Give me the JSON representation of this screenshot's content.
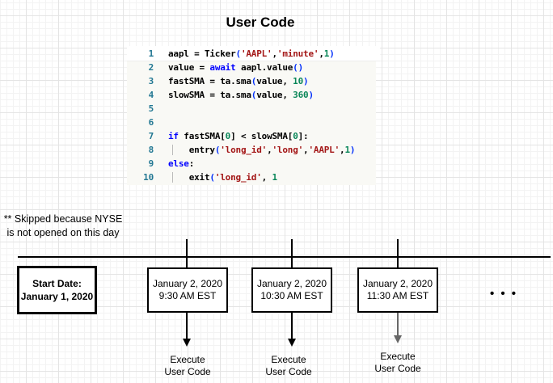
{
  "title": "User Code",
  "code": {
    "lines": [
      {
        "num": "1",
        "tokens": [
          [
            "d",
            "aapl = Ticker"
          ],
          [
            "p",
            "("
          ],
          [
            "s",
            "'AAPL'"
          ],
          [
            "d",
            ","
          ],
          [
            "s",
            "'minute'"
          ],
          [
            "d",
            ","
          ],
          [
            "n",
            "1"
          ],
          [
            "p",
            ")"
          ]
        ]
      },
      {
        "num": "2",
        "tokens": [
          [
            "d",
            "value = "
          ],
          [
            "k",
            "await"
          ],
          [
            "d",
            " aapl.value"
          ],
          [
            "p",
            "()"
          ]
        ]
      },
      {
        "num": "3",
        "tokens": [
          [
            "d",
            "fastSMA = ta.sma"
          ],
          [
            "p",
            "("
          ],
          [
            "d",
            "value, "
          ],
          [
            "n",
            "10"
          ],
          [
            "p",
            ")"
          ]
        ]
      },
      {
        "num": "4",
        "tokens": [
          [
            "d",
            "slowSMA = ta.sma"
          ],
          [
            "p",
            "("
          ],
          [
            "d",
            "value, "
          ],
          [
            "n",
            "360"
          ],
          [
            "p",
            ")"
          ]
        ]
      },
      {
        "num": "5",
        "tokens": []
      },
      {
        "num": "6",
        "tokens": []
      },
      {
        "num": "7",
        "tokens": [
          [
            "k",
            "if"
          ],
          [
            "d",
            " fastSMA["
          ],
          [
            "n",
            "0"
          ],
          [
            "d",
            "] < slowSMA["
          ],
          [
            "n",
            "0"
          ],
          [
            "d",
            "]:"
          ]
        ]
      },
      {
        "num": "8",
        "guide": true,
        "tokens": [
          [
            "d",
            "    entry"
          ],
          [
            "p",
            "("
          ],
          [
            "s",
            "'long_id'"
          ],
          [
            "d",
            ","
          ],
          [
            "s",
            "'long'"
          ],
          [
            "d",
            ","
          ],
          [
            "s",
            "'AAPL'"
          ],
          [
            "d",
            ","
          ],
          [
            "n",
            "1"
          ],
          [
            "p",
            ")"
          ]
        ]
      },
      {
        "num": "9",
        "tokens": [
          [
            "k",
            "else"
          ],
          [
            "d",
            ":"
          ]
        ]
      },
      {
        "num": "10",
        "guide": true,
        "tokens": [
          [
            "d",
            "    exit"
          ],
          [
            "p",
            "("
          ],
          [
            "s",
            "'long_id'"
          ],
          [
            "d",
            ", "
          ],
          [
            "n",
            "1"
          ]
        ]
      }
    ]
  },
  "note": {
    "line1": "** Skipped because NYSE",
    "line2": "is not opened on this day"
  },
  "timeline": {
    "start_box": {
      "line1": "Start Date:",
      "line2": "January 1, 2020"
    },
    "events": [
      {
        "line1": "January 2, 2020",
        "line2": "9:30 AM EST"
      },
      {
        "line1": "January 2, 2020",
        "line2": "10:30 AM EST"
      },
      {
        "line1": "January 2, 2020",
        "line2": "11:30 AM EST"
      }
    ],
    "ellipsis": "• • •",
    "execute_label": {
      "line1": "Execute",
      "line2": "User Code"
    }
  },
  "colors": {
    "keyword": "#0000ff",
    "string": "#a31515",
    "number": "#098658",
    "paren": "#0431fa",
    "line_number": "#237893",
    "connector_black": "#000000",
    "connector_gray": "#676767",
    "code_background": "#f9f9f5"
  }
}
